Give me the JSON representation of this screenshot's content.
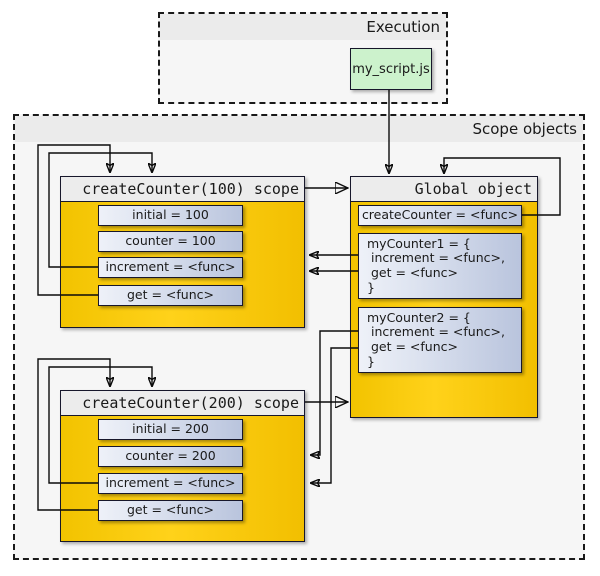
{
  "diagram": {
    "title": "JavaScript closure scope diagram",
    "colors": {
      "scope_fill": "#ffd21a",
      "field_fill": "#b9c4dd",
      "script_fill": "#ccf2cc",
      "group_fill": "#f6f6f6",
      "header_fill": "#ececec",
      "stroke": "#17172b"
    }
  },
  "execution_group": {
    "label": "Execution",
    "script": {
      "label": "my_script.js",
      "icon": "script-file-icon"
    }
  },
  "scope_group": {
    "label": "Scope objects",
    "objects": [
      {
        "id": "scope100",
        "header": "createCounter(100) scope",
        "fields": [
          {
            "text": "initial = 100"
          },
          {
            "text": "counter = 100"
          },
          {
            "text": "increment = <func>"
          },
          {
            "text": "get = <func>"
          }
        ]
      },
      {
        "id": "global",
        "header": "Global object",
        "fields": [
          {
            "text": "createCounter = <func>"
          },
          {
            "text": "myCounter1 = {\n increment = <func>,\n get = <func>\n}"
          },
          {
            "text": "myCounter2 = {\n increment = <func>,\n get = <func>\n}"
          }
        ]
      },
      {
        "id": "scope200",
        "header": "createCounter(200) scope",
        "fields": [
          {
            "text": "initial = 200"
          },
          {
            "text": "counter = 200"
          },
          {
            "text": "increment = <func>"
          },
          {
            "text": "get = <func>"
          }
        ]
      }
    ]
  }
}
